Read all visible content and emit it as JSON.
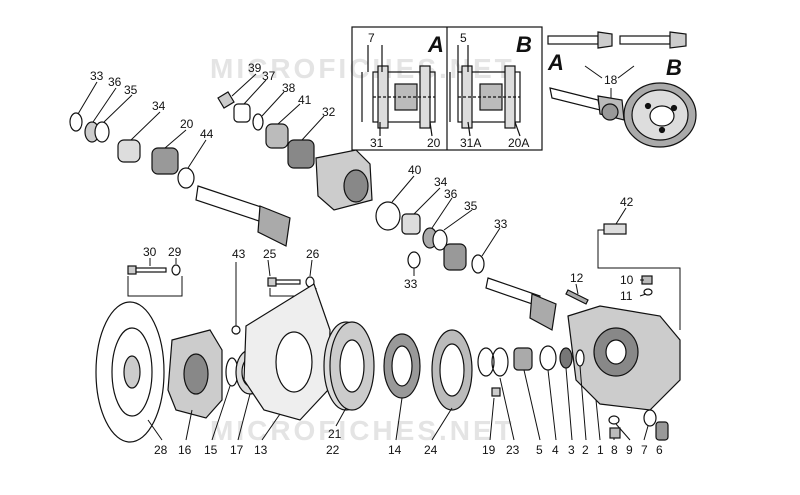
{
  "watermark": "MICROFICHES.NET",
  "inset": {
    "box_a_letter": "A",
    "box_b_letter": "B",
    "gear_a_letter": "A",
    "gear_b_letter": "B",
    "label_31": "31",
    "label_20": "20",
    "label_31a": "31A",
    "label_20a": "20A",
    "label_18": "18",
    "dim_7": "7",
    "dim_5": "5"
  },
  "callouts": {
    "c33a": "33",
    "c36a": "36",
    "c35a": "35",
    "c34a": "34",
    "c20": "20",
    "c44": "44",
    "c39": "39",
    "c37": "37",
    "c38": "38",
    "c41": "41",
    "c32": "32",
    "c40": "40",
    "c34b": "34",
    "c36b": "36",
    "c35b": "35",
    "c33b": "33",
    "c33c": "33",
    "c42": "42",
    "c12": "12",
    "c10": "10",
    "c11": "11",
    "c30": "30",
    "c29": "29",
    "c43": "43",
    "c25": "25",
    "c26": "26",
    "c28": "28",
    "c16": "16",
    "c15": "15",
    "c17": "17",
    "c13": "13",
    "c21": "21",
    "c22": "22",
    "c14": "14",
    "c24": "24",
    "c19": "19",
    "c23": "23",
    "c5": "5",
    "c4": "4",
    "c3": "3",
    "c2": "2",
    "c1": "1",
    "c8": "8",
    "c9": "9",
    "c7": "7",
    "c6": "6"
  }
}
